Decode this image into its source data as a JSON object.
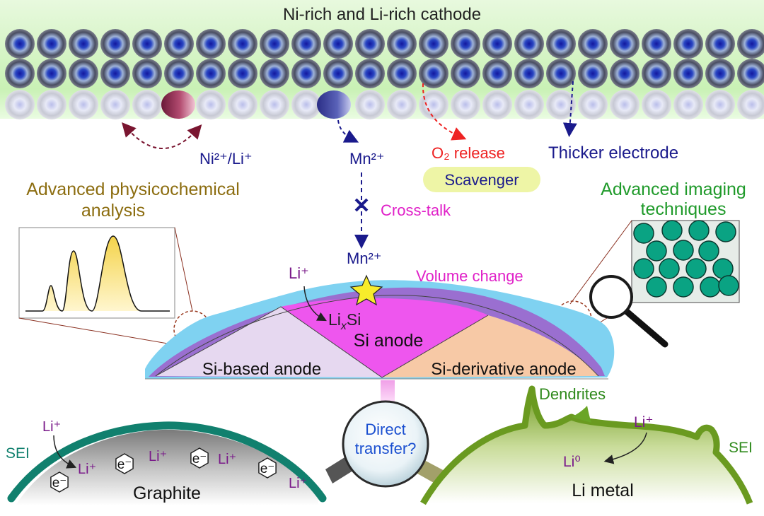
{
  "title": "Ni-rich and Li-rich cathode",
  "cathode": {
    "ni_li_label": "Ni²⁺/Li⁺",
    "mn_label": "Mn²⁺",
    "o2_label": "O₂ release",
    "scavenger_label": "Scavenger",
    "thicker_label": "Thicker electrode",
    "crosstalk_label": "Cross-talk",
    "mn_label_lower": "Mn²⁺"
  },
  "left_panel": {
    "title_line1": "Advanced physicochemical",
    "title_line2": "analysis"
  },
  "right_panel": {
    "title_line1": "Advanced imaging",
    "title_line2": "techniques"
  },
  "anode": {
    "li_in_label": "Li⁺",
    "lixsi_main": "Li",
    "lixsi_sub": "x",
    "lixsi_end": "Si",
    "volume_change": "Volume change",
    "si_anode": "Si anode",
    "si_based": "Si-based anode",
    "si_derivative": "Si-derivative anode"
  },
  "bottom": {
    "direct_line1": "Direct",
    "direct_line2": "transfer?",
    "sei_left": "SEI",
    "graphite": "Graphite",
    "li_plus": "Li⁺",
    "electron": "e⁻",
    "dendrites": "Dendrites",
    "sei_right": "SEI",
    "li_zero": "Li⁰",
    "li_metal": "Li metal"
  },
  "colors": {
    "navy": "#1a1a8c",
    "magenta": "#e020c8",
    "red": "#ee2222",
    "olive": "#8c6d10",
    "green": "#1f9a2a",
    "teal": "#127a6a",
    "purple": "#7a1a8a",
    "dark_green_text": "#2f8a1c"
  }
}
